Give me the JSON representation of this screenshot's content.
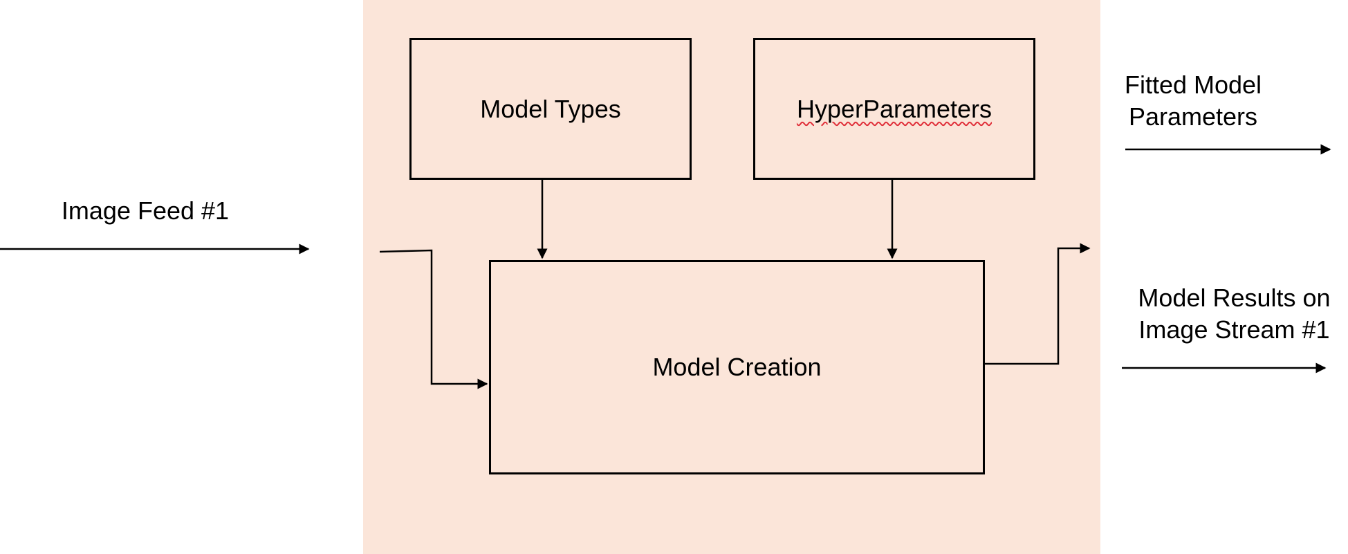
{
  "colors": {
    "background": "#ffffff",
    "panel": "#fbe5d9",
    "line": "#000000",
    "spellcheck_underline": "#e0303a"
  },
  "diagram": {
    "nodes": {
      "model_types": "Model Types",
      "hyperparameters": "HyperParameters",
      "model_creation": "Model Creation"
    },
    "labels": {
      "image_feed": "Image Feed #1",
      "fitted_line1": "Fitted Model",
      "fitted_line2": "Parameters",
      "results_line1": "Model Results on",
      "results_line2": "Image Stream #1"
    },
    "edges": [
      {
        "from": "image_feed",
        "to": "model_creation"
      },
      {
        "from": "model_types",
        "to": "model_creation"
      },
      {
        "from": "hyperparameters",
        "to": "model_creation"
      },
      {
        "from": "model_creation",
        "to": "fitted_model_parameters"
      },
      {
        "from": "model_creation",
        "to": "model_results"
      }
    ]
  }
}
